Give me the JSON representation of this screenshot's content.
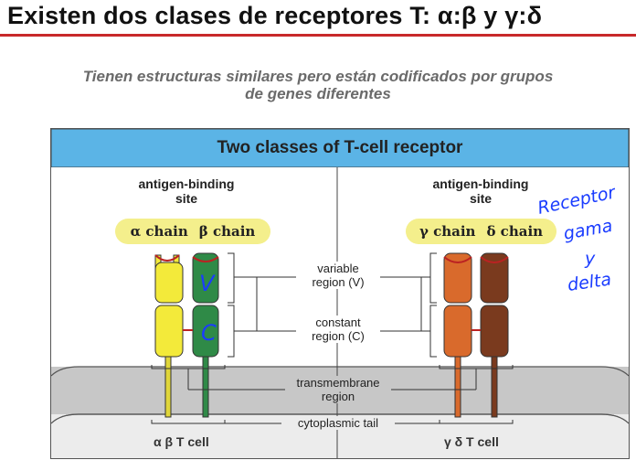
{
  "slide": {
    "title": "Existen dos clases de receptores T: α:β y γ:δ",
    "subtitle_line1": "Tienen estructuras similares pero están codificados por grupos",
    "subtitle_line2": "de genes diferentes"
  },
  "diagram": {
    "title": "Two classes of T-cell receptor",
    "left": {
      "site_label_1": "antigen-binding",
      "site_label_2": "site",
      "chain_a": "α chain",
      "chain_b": "β chain",
      "cell_label": "α β T cell",
      "chain_colors": [
        "#f3ea3a",
        "#2f8a47"
      ]
    },
    "right": {
      "site_label_1": "antigen-binding",
      "site_label_2": "site",
      "chain_a": "γ chain",
      "chain_b": "δ chain",
      "cell_label": "γ δ T cell",
      "chain_colors": [
        "#d96a2c",
        "#7a3a1e"
      ]
    },
    "regions": {
      "variable_1": "variable",
      "variable_2": "region (V)",
      "constant_1": "constant",
      "constant_2": "region (C)",
      "transmembrane_1": "transmembrane",
      "transmembrane_2": "region",
      "cytoplasmic": "cytoplasmic tail"
    },
    "header_color": "#5bb4e6",
    "pill_color": "#f4ef8c"
  },
  "annotations": {
    "on_beta_chain_1": "V",
    "on_beta_chain_2": "C",
    "side_note": [
      "Receptor",
      "gama",
      "y",
      "delta"
    ],
    "ink_color": "#1a3cff"
  }
}
